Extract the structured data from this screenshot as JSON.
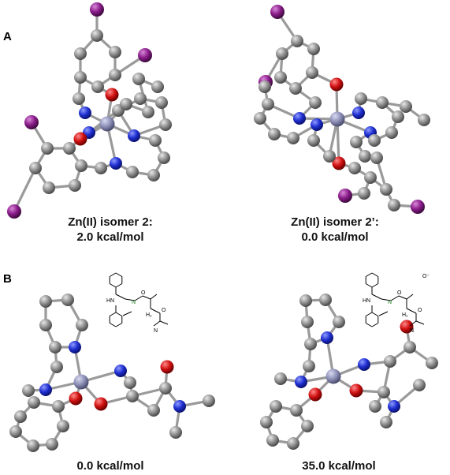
{
  "panels": {
    "a_letter": "A",
    "b_letter": "B"
  },
  "captions": {
    "a_left_line1": "Zn(II) isomer 2:",
    "a_left_line2": "2.0 kcal/mol",
    "a_right_line1": "Zn(II) isomer 2’:",
    "a_right_line2": "0.0 kcal/mol",
    "b_left": "0.0 kcal/mol",
    "b_right": "35.0 kcal/mol"
  },
  "inset_labels": {
    "hn": "HN",
    "h2": "H₂",
    "n": "N",
    "o": "O",
    "o_minus": "O⁻"
  },
  "atom_colors": {
    "carbon": "#8c8c8c",
    "nitrogen": "#2233cc",
    "oxygen": "#cc1111",
    "iodine": "#8a1c8a",
    "zinc": "#8e90b8",
    "bond": "#9a9a9a"
  }
}
